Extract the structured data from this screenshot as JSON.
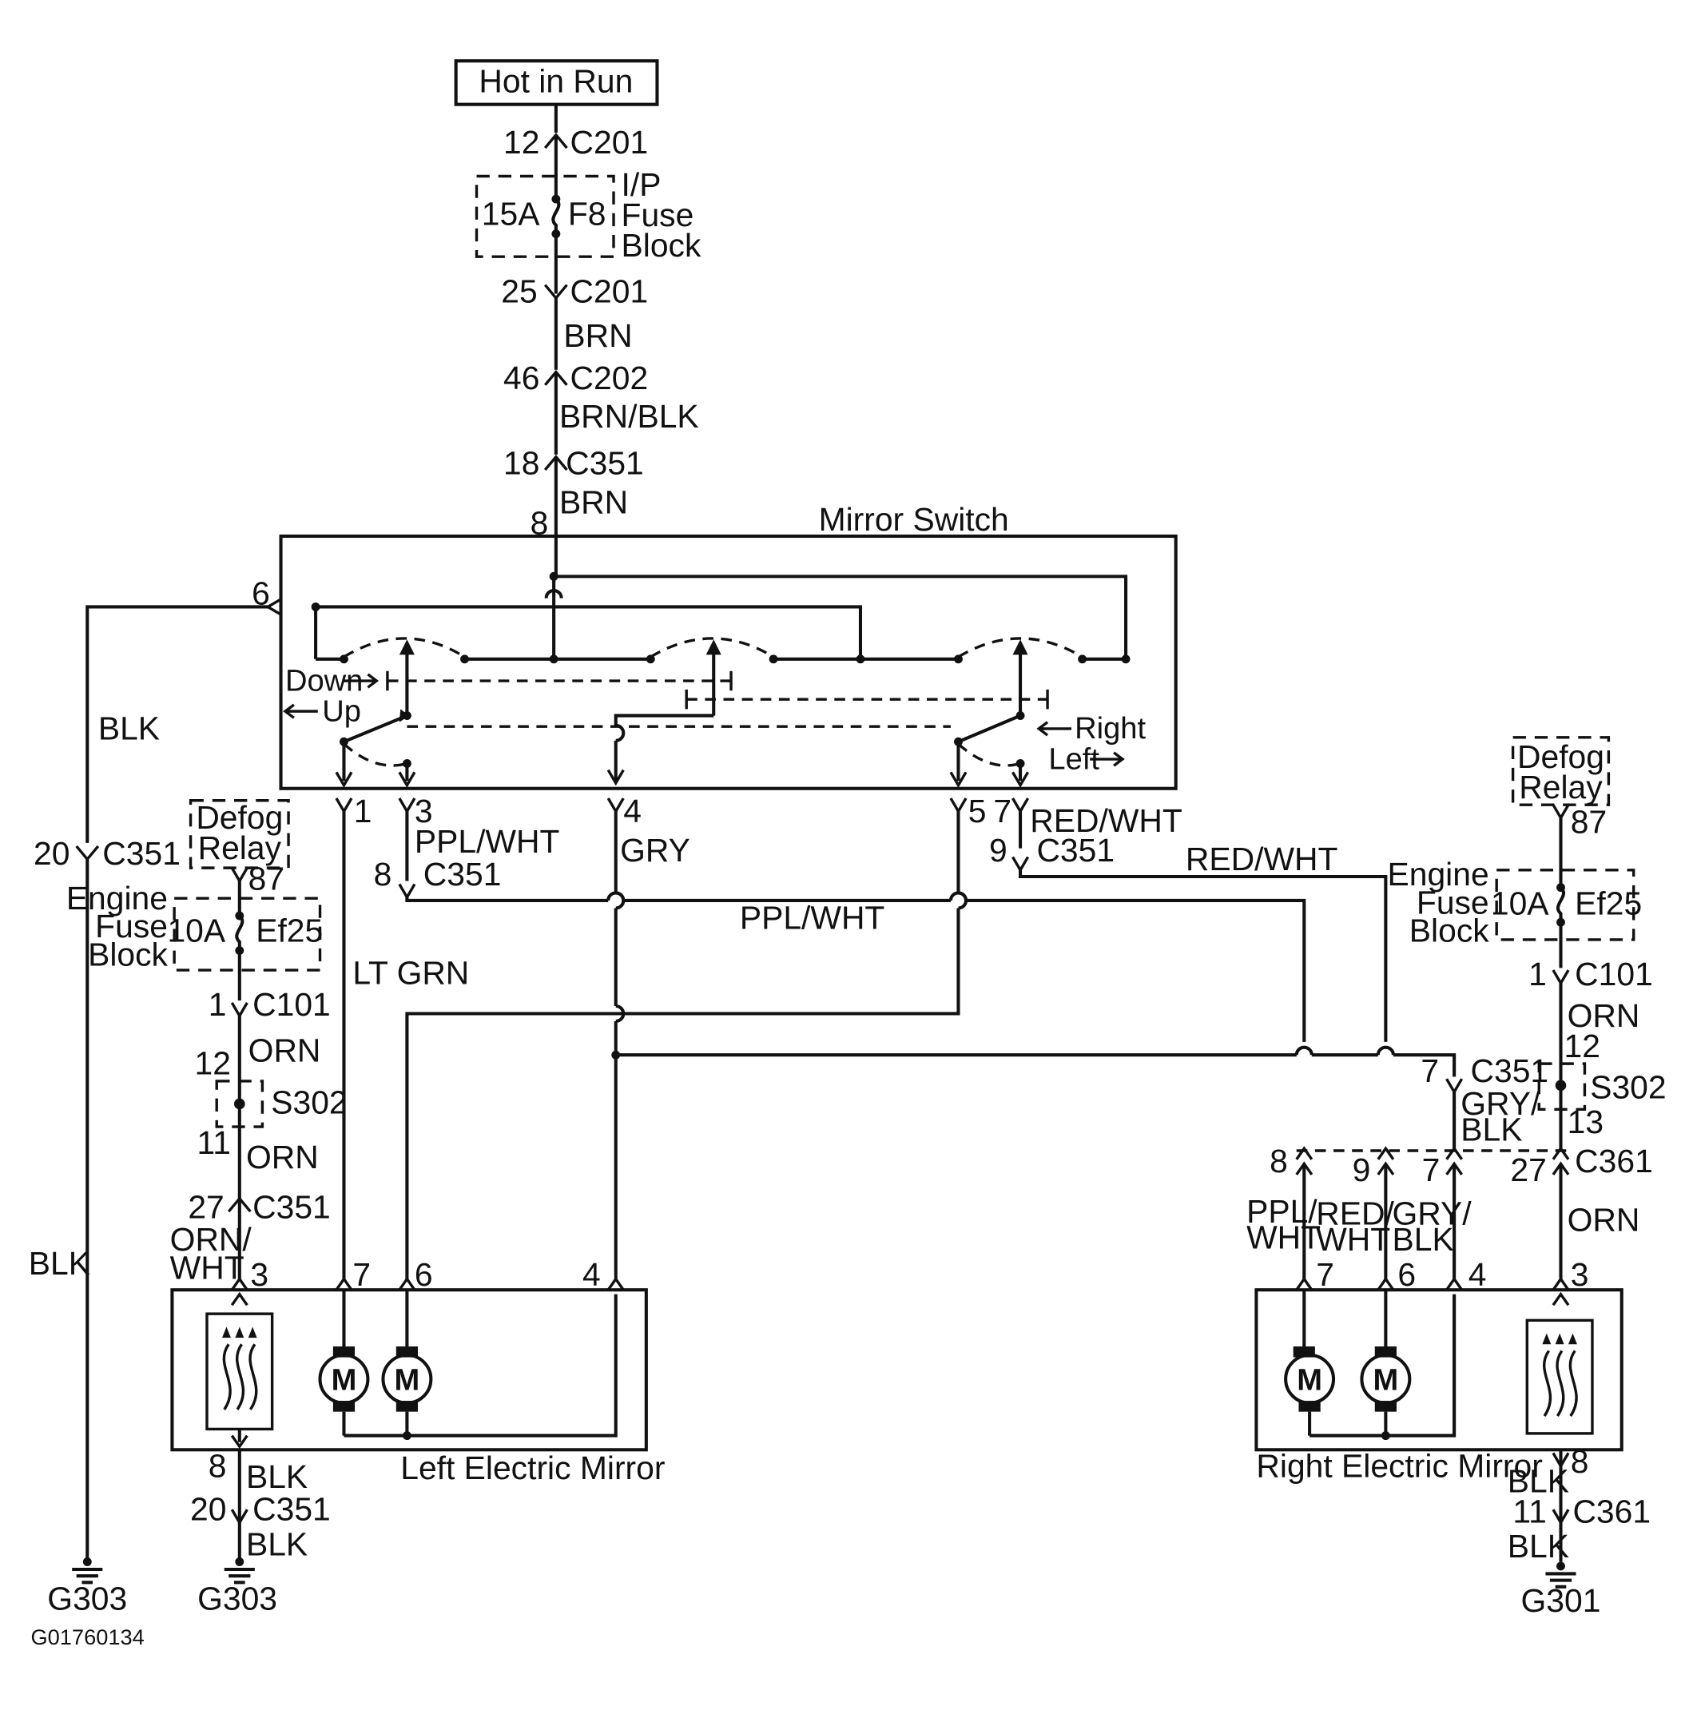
{
  "power_source": "Hot in Run",
  "fuse_ip": {
    "rating": "15A",
    "id": "F8",
    "block_lines": [
      "I/P",
      "Fuse",
      "Block"
    ]
  },
  "defog_relay": {
    "lines": [
      "Defog",
      "Relay"
    ],
    "pin": "87"
  },
  "engine_fuse": {
    "rating": "10A",
    "id": "Ef25",
    "block_lines": [
      "Engine",
      "Fuse",
      "Block"
    ]
  },
  "mirror_switch": {
    "title": "Mirror Switch",
    "labels": {
      "down": "Down",
      "up": "Up",
      "right": "Right",
      "left": "Left"
    }
  },
  "connectors": {
    "c201": "C201",
    "c202": "C202",
    "c351": "C351",
    "c101": "C101",
    "c361": "C361",
    "s302": "S302"
  },
  "wires": {
    "brn": "BRN",
    "brn_blk": "BRN/BLK",
    "blk": "BLK",
    "ppl_wht": "PPL/WHT",
    "gry": "GRY",
    "red_wht": "RED/WHT",
    "lt_grn": "LT GRN",
    "orn": "ORN",
    "orn_wht": [
      "ORN/",
      "WHT"
    ],
    "gry_blk": [
      "GRY/",
      "BLK"
    ],
    "ppl_wht_split": [
      "PPL/",
      "WHT"
    ],
    "red_wht_split": [
      "RED/",
      "WHT"
    ]
  },
  "pins": {
    "p1": "1",
    "p3": "3",
    "p4": "4",
    "p5": "5",
    "p6": "6",
    "p7": "7",
    "p8": "8",
    "p9": "9",
    "p11": "11",
    "p12": "12",
    "p13": "13",
    "p18": "18",
    "p20": "20",
    "p25": "25",
    "p27": "27",
    "p46": "46"
  },
  "mirrors": {
    "left": "Left Electric Mirror",
    "right": "Right Electric Mirror",
    "motor": "M"
  },
  "grounds": {
    "g303": "G303",
    "g301": "G301"
  },
  "figure_id": "G01760134"
}
